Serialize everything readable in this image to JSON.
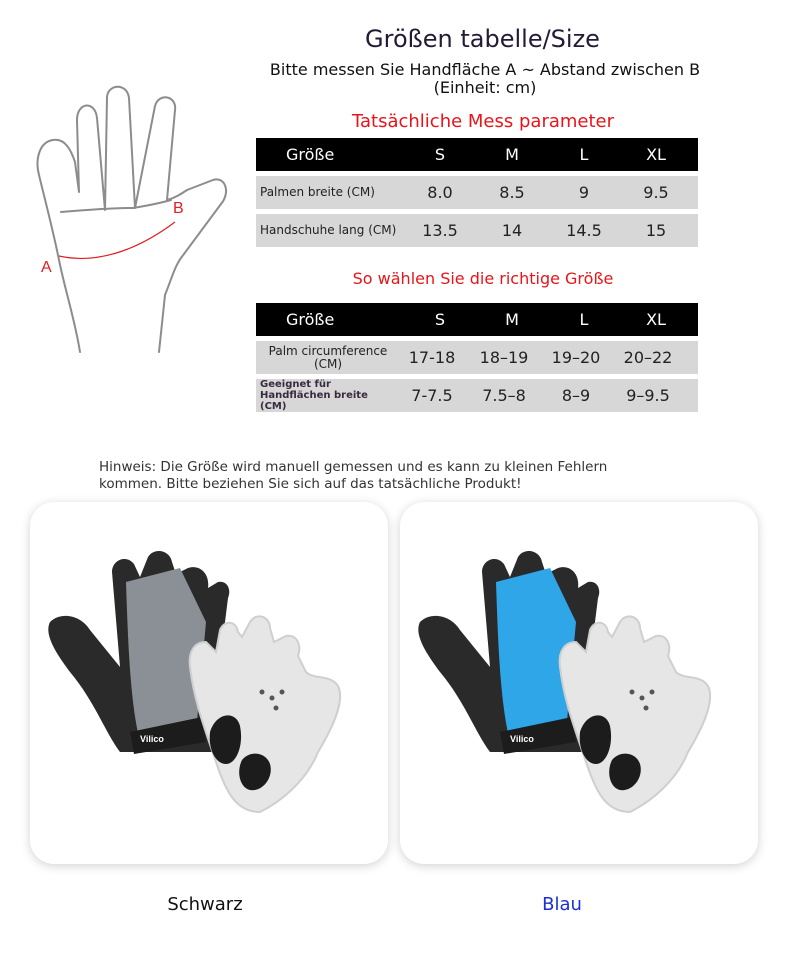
{
  "title": "Größen tabelle/Size",
  "subtitle_line1": "Bitte messen Sie Handfläche A ~ Abstand zwischen B",
  "subtitle_line2": "(Einheit: cm)",
  "hand_labels": {
    "a": "A",
    "b": "B"
  },
  "table1": {
    "heading": "Tatsächliche Mess parameter",
    "header": [
      "Größe",
      "S",
      "M",
      "L",
      "XL"
    ],
    "rows": [
      {
        "label": "Palmen breite (CM)",
        "values": [
          "8.0",
          "8.5",
          "9",
          "9.5"
        ]
      },
      {
        "label": "Handschuhe lang (CM)",
        "values": [
          "13.5",
          "14",
          "14.5",
          "15"
        ]
      }
    ]
  },
  "table2": {
    "heading": "So wählen Sie die richtige Größe",
    "header": [
      "Größe",
      "S",
      "M",
      "L",
      "XL"
    ],
    "rows": [
      {
        "label": "Palm circumference (CM)",
        "values": [
          "17-18",
          "18–19",
          "19–20",
          "20–22"
        ]
      },
      {
        "label": "Geeignet für Handflächen breite (CM)",
        "values": [
          "7-7.5",
          "7.5–8",
          "8–9",
          "9–9.5"
        ]
      }
    ]
  },
  "note_line1": "Hinweis: Die Größe wird manuell gemessen und es kann zu kleinen Fehlern",
  "note_line2": "kommen. Bitte beziehen Sie sich auf das tatsächliche Produkt!",
  "products": [
    {
      "name": "Schwarz",
      "brand": "Vilico",
      "accent": "#8a9095"
    },
    {
      "name": "Blau",
      "brand": "Vilico",
      "accent": "#2fa6e8"
    }
  ],
  "colors": {
    "red": "#e8141a",
    "blue_caption": "#1a2fd6",
    "table_head": "#000000",
    "table_body": "#d7d7d7"
  }
}
